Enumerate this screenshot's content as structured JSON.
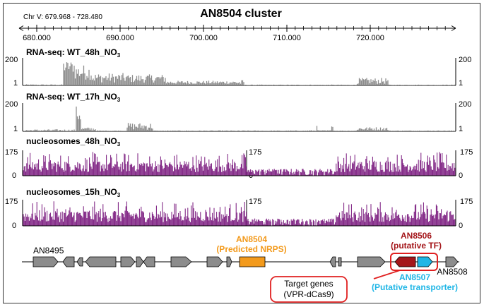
{
  "title": "AN8504 cluster",
  "coordinate_range": "Chr V: 679.968 - 728.480",
  "axis": {
    "ticks": [
      "680.000",
      "690.000",
      "700.000",
      "710.000",
      "720.000"
    ],
    "tick_values": [
      680000,
      690000,
      700000,
      710000,
      720000
    ],
    "start": 679968,
    "end": 728480
  },
  "tracks": [
    {
      "label": "RNA-seq: WT_48h_NO",
      "subscript": "3",
      "ymax": "200",
      "ymin": "1",
      "color": "#8c8c8c"
    },
    {
      "label": "RNA-seq: WT_17h_NO",
      "subscript": "3",
      "ymax": "200",
      "ymin": "1",
      "color": "#8c8c8c"
    },
    {
      "label": "nucleosomes_48h_NO",
      "subscript": "3",
      "ymax": "175",
      "ymin": "0",
      "color": "#7a1a7e"
    },
    {
      "label": "nucleosomes_15h_NO",
      "subscript": "3",
      "ymax": "175",
      "ymin": "0",
      "color": "#7a1a7e"
    }
  ],
  "genes": {
    "an8495": "AN8495",
    "an8504_name": "AN8504",
    "an8504_desc": "(Predicted NRPS)",
    "an8506_name": "AN8506",
    "an8506_desc": "(putative TF)",
    "an8507_name": "AN8507",
    "an8507_desc": "(Putative transporter)",
    "an8508": "AN8508"
  },
  "callout": {
    "line1": "Target genes",
    "line2": "(VPR-dCas9)"
  },
  "colors": {
    "gene_default": "#8c8c8c",
    "nrps": "#f39a1c",
    "tf": "#a4161a",
    "transporter": "#1fb6e6",
    "callout_border": "#e02020",
    "rna_signal": "#8c8c8c",
    "nucleosome_signal": "#7a1a7e"
  }
}
